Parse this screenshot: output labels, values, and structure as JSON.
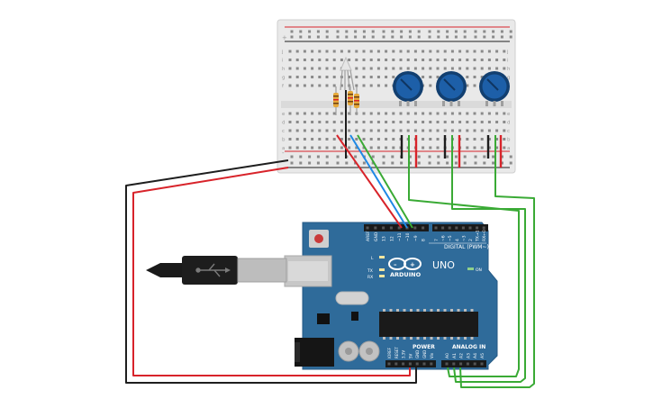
{
  "colors": {
    "board": "#2f6b9a",
    "breadboard": "#e9e9e9",
    "wire_red": "#d8232a",
    "wire_black": "#1e1e1e",
    "wire_green": "#3aaa35",
    "wire_blue": "#1e88e5",
    "pot_body": "#1d5fa8"
  },
  "arduino": {
    "brand": "ARDUINO",
    "model": "UNO",
    "digital_label": "DIGITAL (PWM~)",
    "power_label": "POWER",
    "analog_label": "ANALOG IN",
    "on_label": "ON",
    "led_l": "L",
    "led_tx": "TX",
    "led_rx": "RX",
    "digital_pins_left": [
      "AREF",
      "GND",
      "13",
      "12",
      "~11",
      "~10",
      "~9",
      "8"
    ],
    "digital_pins_right": [
      "7",
      "~6",
      "~5",
      "4",
      "~3",
      "2",
      "TX→1",
      "RX←0"
    ],
    "power_pins": [
      "IOREF",
      "RESET",
      "3.3V",
      "5V",
      "GND",
      "GND",
      "Vin"
    ],
    "analog_pins": [
      "A0",
      "A1",
      "A2",
      "A3",
      "A4",
      "A5"
    ]
  },
  "breadboard": {
    "row_letters_top": [
      "j",
      "i",
      "h",
      "g",
      "f"
    ],
    "row_letters_bottom": [
      "e",
      "d",
      "c",
      "b",
      "a"
    ],
    "rail_plus": "+",
    "rail_minus": "-"
  },
  "parts": {
    "potentiometers": 3,
    "resistors": 3,
    "rgb_led": 1,
    "usb_cable": 1
  }
}
